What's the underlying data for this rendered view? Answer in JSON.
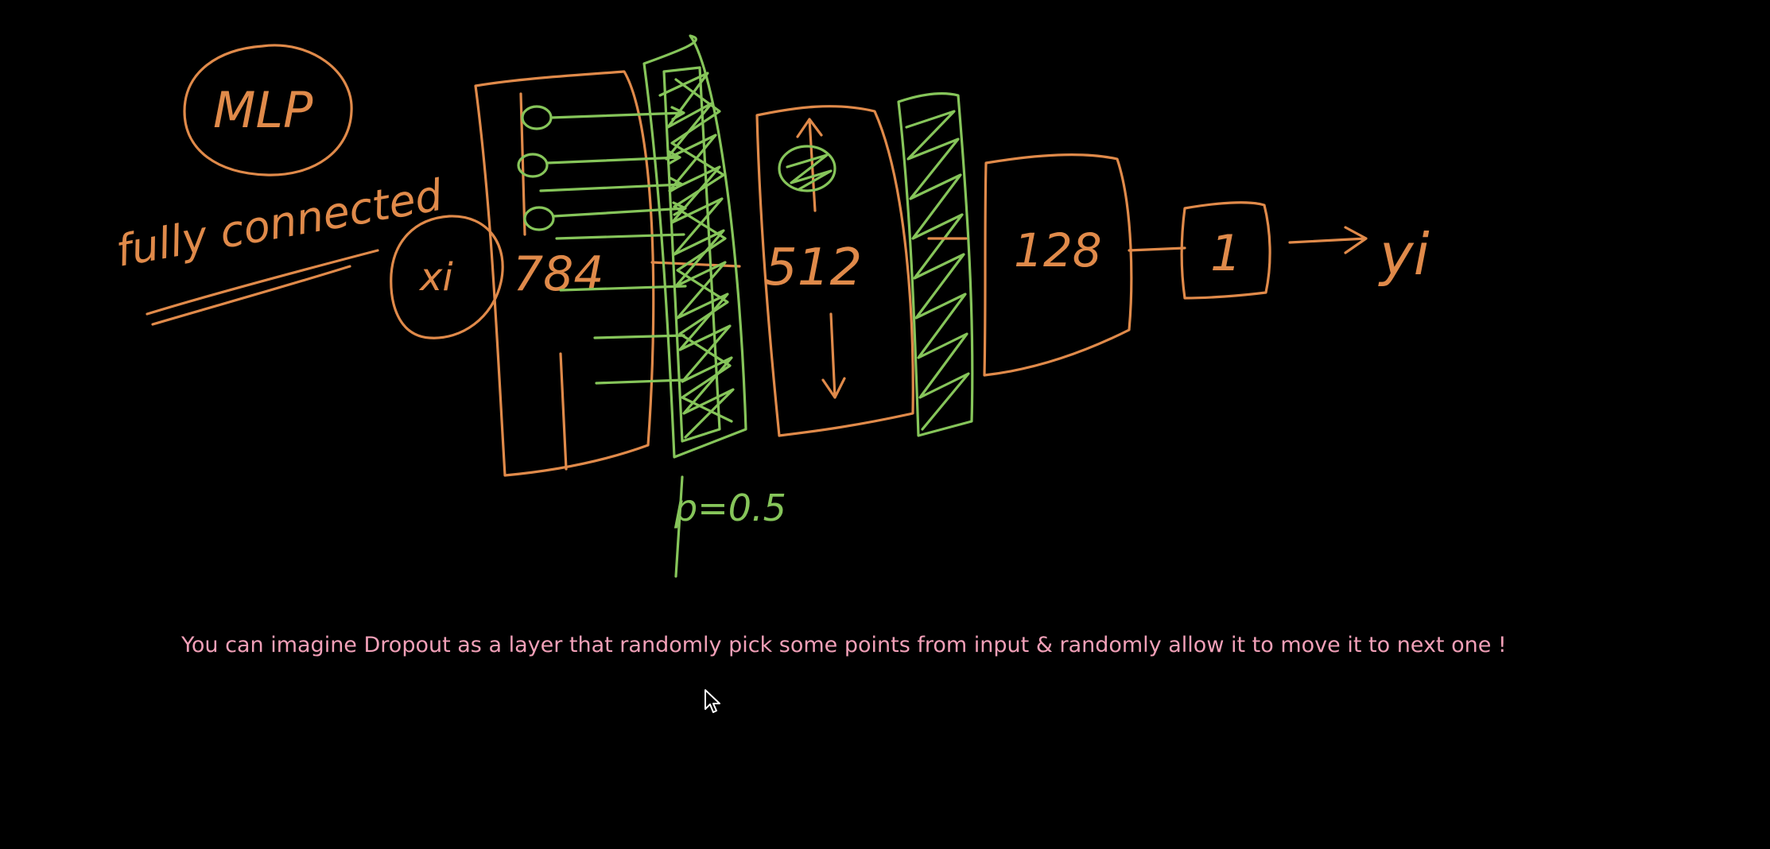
{
  "labels": {
    "mlp": "MLP",
    "fully_connected": "fully connected",
    "input": "xi",
    "layer_784": "784",
    "layer_512": "512",
    "layer_128": "128",
    "layer_1": "1",
    "output": "yi",
    "dropout_p": "p=0.5"
  },
  "caption": "You can imagine Dropout as a layer that randomly pick some points from input & randomly allow it to move it to next one !",
  "colors": {
    "background": "#000000",
    "orange_ink": "#e08a4a",
    "green_ink": "#86c55a",
    "caption_text": "#f2a0b8"
  },
  "icons": {
    "cursor": "mouse-pointer-icon"
  }
}
